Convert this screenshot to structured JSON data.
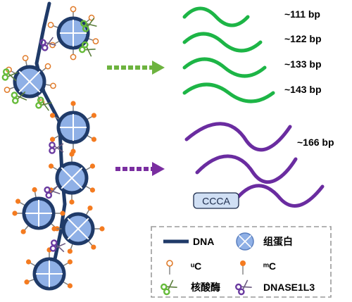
{
  "fragments": {
    "green": [
      "~111 bp",
      "~122 bp",
      "~133 bp",
      "~143 bp"
    ],
    "purple": [
      "~166 bp"
    ],
    "end_motif": "CCCA"
  },
  "legend": {
    "dna": "DNA",
    "histone": "组蛋白",
    "uc": "ᵘC",
    "mc": "ᵐC",
    "nuclease": "核酸酶",
    "dnase": "DNASE1L3"
  },
  "colors": {
    "dna": "#1f3a68",
    "histone_fill": "#8fb0e6",
    "green": "#1db546",
    "purple": "#6a2ca0",
    "orange": "#f47b20",
    "arrow_green": "#6db33f",
    "arrow_purple": "#7a2ea0",
    "scissors_green": "#66bb3a",
    "scissors_purple": "#6a3aa0"
  }
}
